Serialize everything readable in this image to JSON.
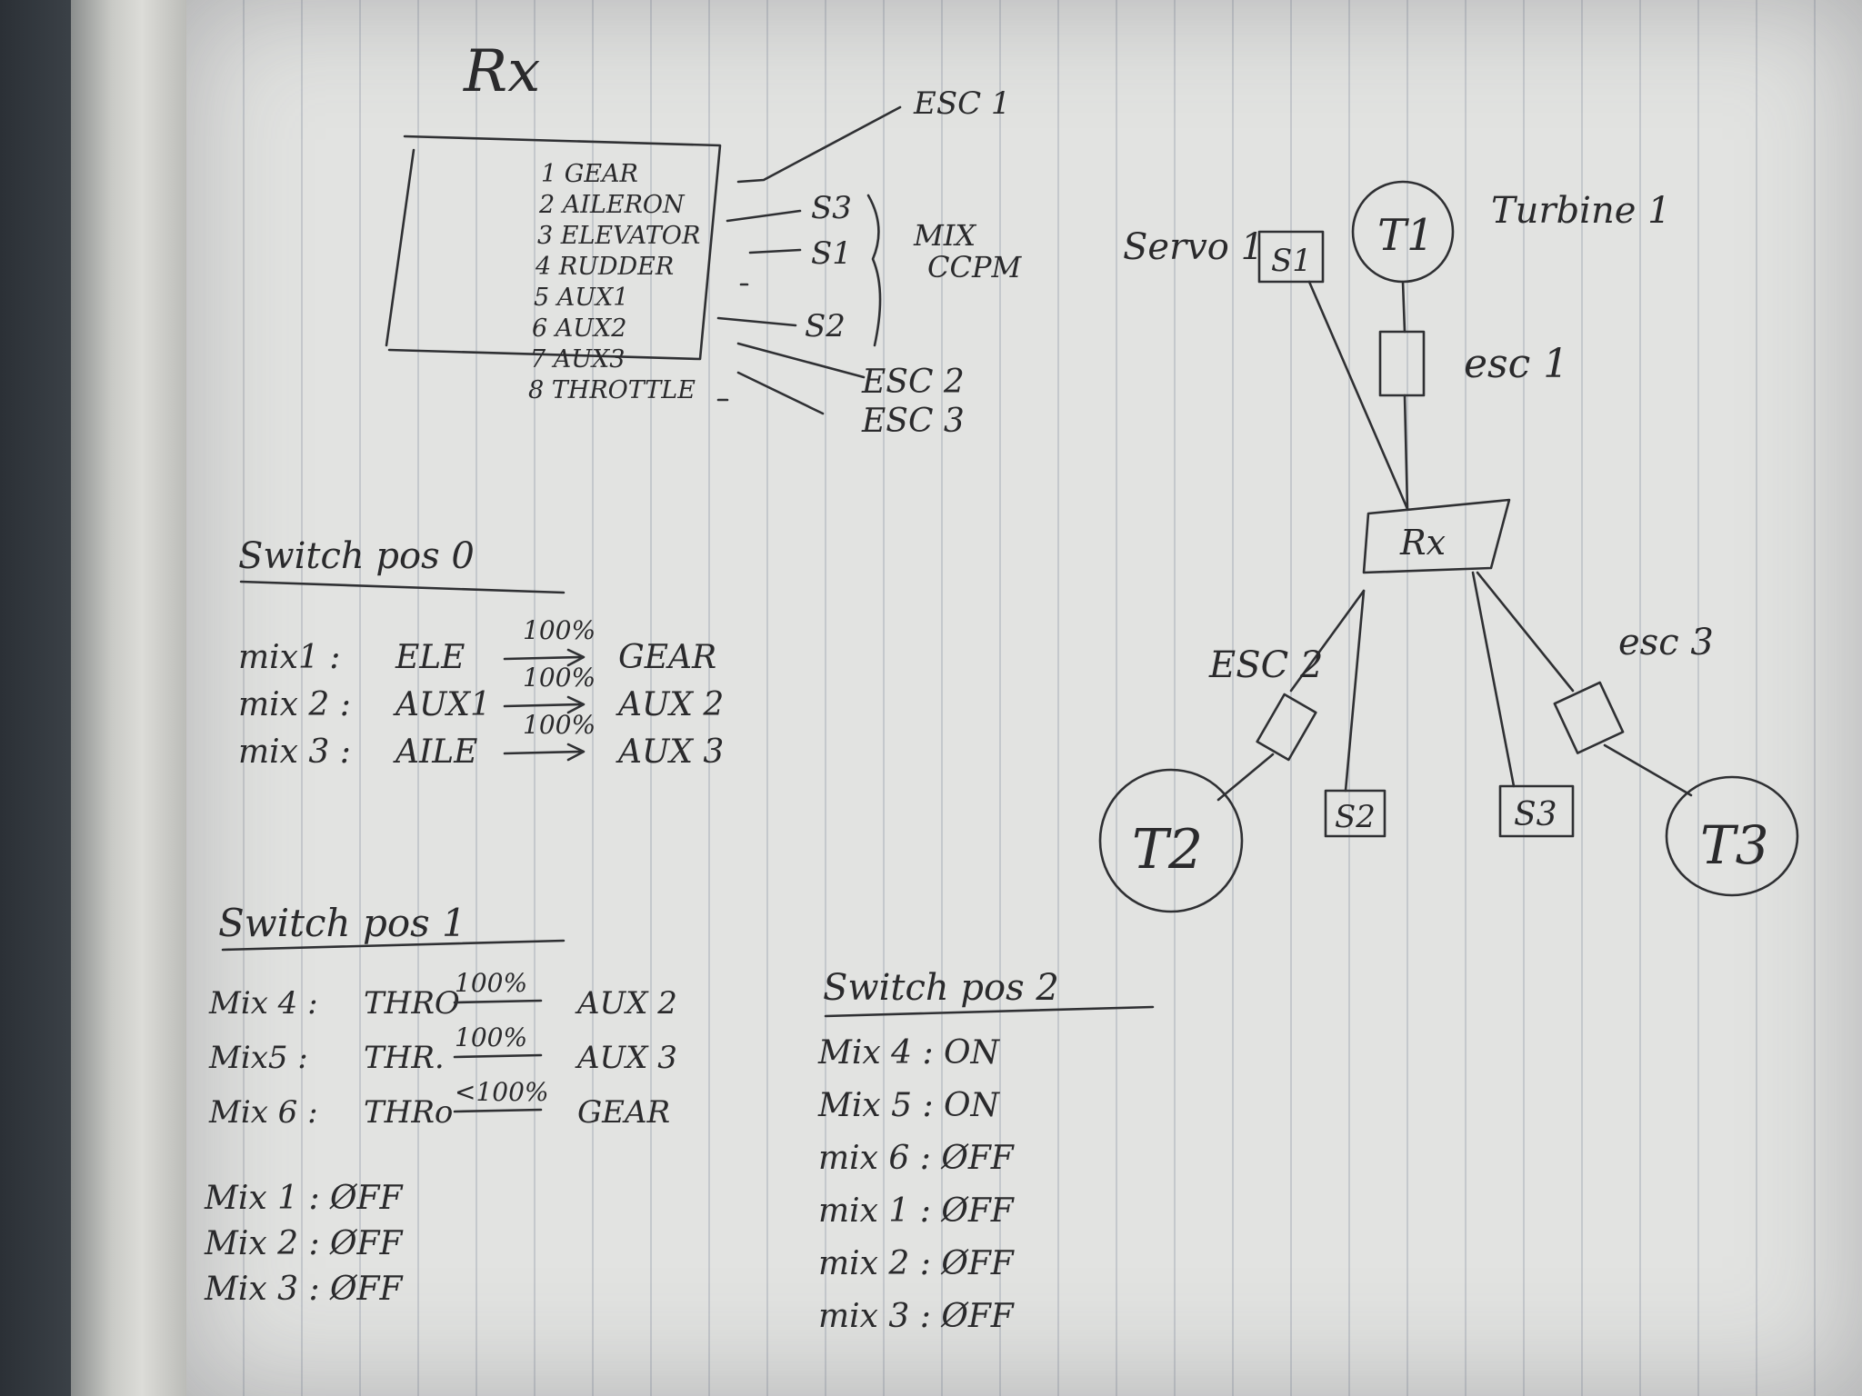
{
  "rx_title": "Rx",
  "rx_channels": [
    "1  GEAR",
    "2  AILERON",
    "3  ELEVATOR",
    "4  RUDDER",
    "5  AUX1",
    "6  AUX2",
    "7  AUX3",
    "8  THROTTLE"
  ],
  "wire_labels": {
    "esc1": "ESC 1",
    "s3": "S3",
    "s1": "S1",
    "s2": "S2",
    "mix": "MIX",
    "ccpm": "CCPM",
    "esc2": "ESC 2",
    "esc3": "ESC 3"
  },
  "switch0": {
    "title": "Switch pos 0",
    "rows": [
      {
        "name": "mix1 :",
        "from": "ELE",
        "pct": "100%",
        "to": "GEAR"
      },
      {
        "name": "mix 2 :",
        "from": "AUX1",
        "pct": "100%",
        "to": "AUX 2"
      },
      {
        "name": "mix 3 :",
        "from": "AILE",
        "pct": "100%",
        "to": "AUX 3"
      }
    ]
  },
  "switch1": {
    "title": "Switch pos 1",
    "rows": [
      {
        "name": "Mix 4 :",
        "from": "THRO",
        "pct": "100%",
        "to": "AUX 2"
      },
      {
        "name": "Mix5 :",
        "from": "THR.",
        "pct": "100%",
        "to": "AUX 3"
      },
      {
        "name": "Mix 6 :",
        "from": "THRo",
        "pct": "<100%",
        "to": "GEAR"
      }
    ],
    "off_rows": [
      "Mix 1 :  ØFF",
      "Mix 2 :  ØFF",
      "Mix 3 :  ØFF"
    ]
  },
  "switch2": {
    "title": "Switch pos 2",
    "rows": [
      "Mix 4 :  ON",
      "Mix 5 :  ON",
      "mix 6 :  ØFF",
      "mix 1 :  ØFF",
      "mix 2 :  ØFF",
      "mix 3 :  ØFF"
    ]
  },
  "diagram": {
    "servo1_label": "Servo 1",
    "s1": "S1",
    "t1": "T1",
    "turbine1_label": "Turbine 1",
    "esc1": "esc 1",
    "rx": "Rx",
    "esc2": "ESC 2",
    "esc3": "esc 3",
    "t2": "T2",
    "s2": "S2",
    "s3": "S3",
    "t3": "T3"
  }
}
